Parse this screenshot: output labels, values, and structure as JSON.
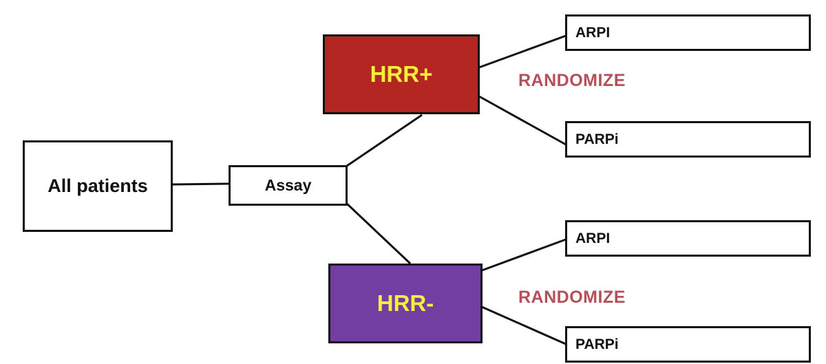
{
  "diagram": {
    "start": {
      "label": "All patients"
    },
    "assay": {
      "label": "Assay"
    },
    "groups": [
      {
        "label": "HRR+",
        "color": "#b42621",
        "randomize_label": "RANDOMIZE",
        "arms": [
          "ARPI",
          "PARPi"
        ]
      },
      {
        "label": "HRR-",
        "color": "#733ea2",
        "randomize_label": "RANDOMIZE",
        "arms": [
          "ARPI",
          "PARPi"
        ]
      }
    ],
    "text_color": "#f5ee3a",
    "randomize_color": "#b5505a"
  }
}
